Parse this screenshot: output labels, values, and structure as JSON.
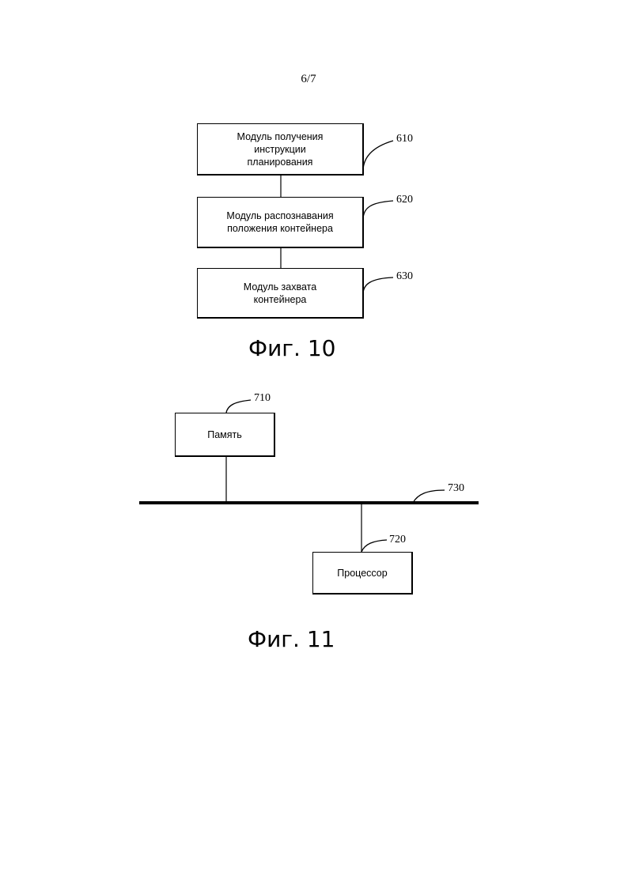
{
  "page_number": "6/7",
  "figure_10": {
    "caption": "Фиг. 10",
    "modules": [
      {
        "label": "Модуль получения\nинструкции\nпланирования",
        "ref": "610"
      },
      {
        "label": "Модуль распознавания\nположения контейнера",
        "ref": "620"
      },
      {
        "label": "Модуль захвата\nконтейнера",
        "ref": "630"
      }
    ]
  },
  "figure_11": {
    "caption": "Фиг. 11",
    "memory": {
      "label": "Память",
      "ref": "710"
    },
    "processor": {
      "label": "Процессор",
      "ref": "720"
    },
    "bus": {
      "ref": "730"
    }
  }
}
